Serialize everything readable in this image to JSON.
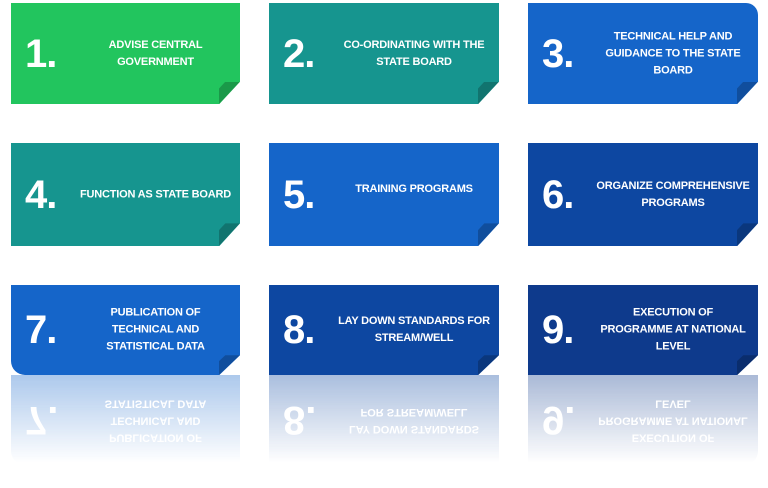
{
  "diagram": {
    "type": "numbered-card-grid",
    "rows": 3,
    "columns": 3,
    "cards": [
      {
        "number": "1.",
        "text": "ADVISE CENTRAL GOVERNMENT",
        "color": "#22c55e"
      },
      {
        "number": "2.",
        "text": "CO-ORDINATING WITH THE STATE BOARD",
        "color": "#16958f"
      },
      {
        "number": "3.",
        "text": "TECHNICAL HELP AND GUIDANCE TO THE STATE BOARD",
        "color": "#1565c9"
      },
      {
        "number": "4.",
        "text": "FUNCTION AS STATE BOARD",
        "color": "#16958f"
      },
      {
        "number": "5.",
        "text": "TRAINING PROGRAMS",
        "color": "#1565c9"
      },
      {
        "number": "6.",
        "text": "ORGANIZE COMPREHENSIVE PROGRAMS",
        "color": "#0d47a1"
      },
      {
        "number": "7.",
        "text": "PUBLICATION OF TECHNICAL AND STATISTICAL DATA",
        "color": "#1565c9"
      },
      {
        "number": "8.",
        "text": "LAY DOWN STANDARDS FOR STREAM/WELL",
        "color": "#0d47a1"
      },
      {
        "number": "9.",
        "text": "EXECUTION OF PROGRAMME AT NATIONAL LEVEL",
        "color": "#0e3a8c"
      }
    ]
  }
}
